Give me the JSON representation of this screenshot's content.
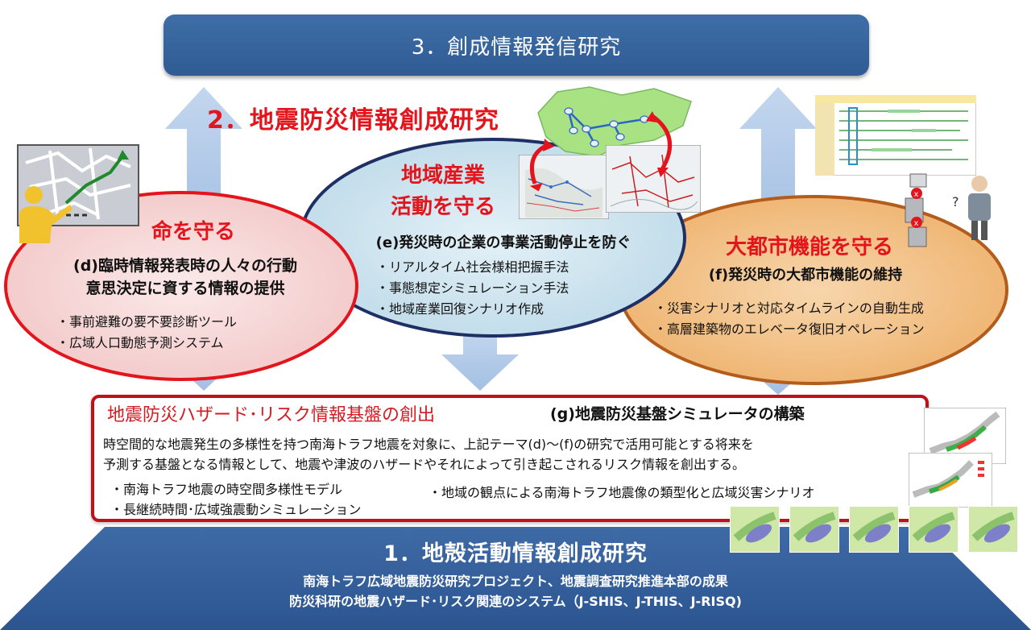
{
  "top_banner": {
    "title": "3．創成情報発信研究"
  },
  "section2": {
    "title": "2．地震防災情報創成研究"
  },
  "ellipses": {
    "life": {
      "title": "命を守る",
      "subtitle_line1": "(d)臨時情報発表時の人々の行動",
      "subtitle_line2": "意思決定に資する情報の提供",
      "bullets": [
        "・事前避難の要不要診断ツール",
        "・広域人口動態予測システム"
      ]
    },
    "industry": {
      "title_line1": "地域産業",
      "title_line2": "活動を守る",
      "subtitle": "(e)発災時の企業の事業活動停止を防ぐ",
      "bullets": [
        "・リアルタイム社会様相把握手法",
        "・事態想定シミュレーション手法",
        "・地域産業回復シナリオ作成"
      ]
    },
    "city": {
      "title": "大都市機能を守る",
      "subtitle": "(f)発災時の大都市機能の維持",
      "bullets": [
        "・災害シナリオと対応タイムラインの自動生成",
        "・高層建築物のエレベータ復旧オペレーション"
      ]
    }
  },
  "hazard_box": {
    "heading": "地震防災ハザード･リスク情報基盤の創出",
    "subheading": "(g)地震防災基盤シミュレータの構築",
    "desc_line1": "時空間的な地震発生の多様性を持つ南海トラフ地震を対象に、上記テーマ(d)～(f)の研究で活用可能とする将来を",
    "desc_line2": "予測する基盤となる情報として、地震や津波のハザードやそれによって引き起こされるリスク情報を創出する。",
    "bullets_left": [
      "・南海トラフ地震の時空間多様性モデル",
      "・長継続時間･広域強震動シミュレーション"
    ],
    "bullet_right": "・地域の観点による南海トラフ地震像の類型化と広域災害シナリオ"
  },
  "base": {
    "title": "1．地殻活動情報創成研究",
    "line1": "南海トラフ広域地震防災研究プロジェクト、地震調査研究推進本部の成果",
    "line2": "防災科研の地震ハザード･リスク関連のシステム（J-SHIS、J-THIS、J-RISQ)"
  },
  "icons": [
    "up-arrow-icon",
    "down-arrow-icon",
    "presenter-icon",
    "network-map-icon",
    "region-map-icon",
    "timeline-chart-icon",
    "worker-icon",
    "japan-hazard-map-icon",
    "simulation-map-icon"
  ],
  "colors": {
    "banner_blue": "#2f5b92",
    "title_red": "#e3141c",
    "life_border": "#e3141c",
    "life_fill": "#f6d8d8",
    "industry_border": "#1e2f66",
    "industry_fill": "#cfe5f0",
    "city_border": "#b35c1c",
    "city_fill": "#f3c48c",
    "arrow_blue": "#a9c4e6"
  }
}
